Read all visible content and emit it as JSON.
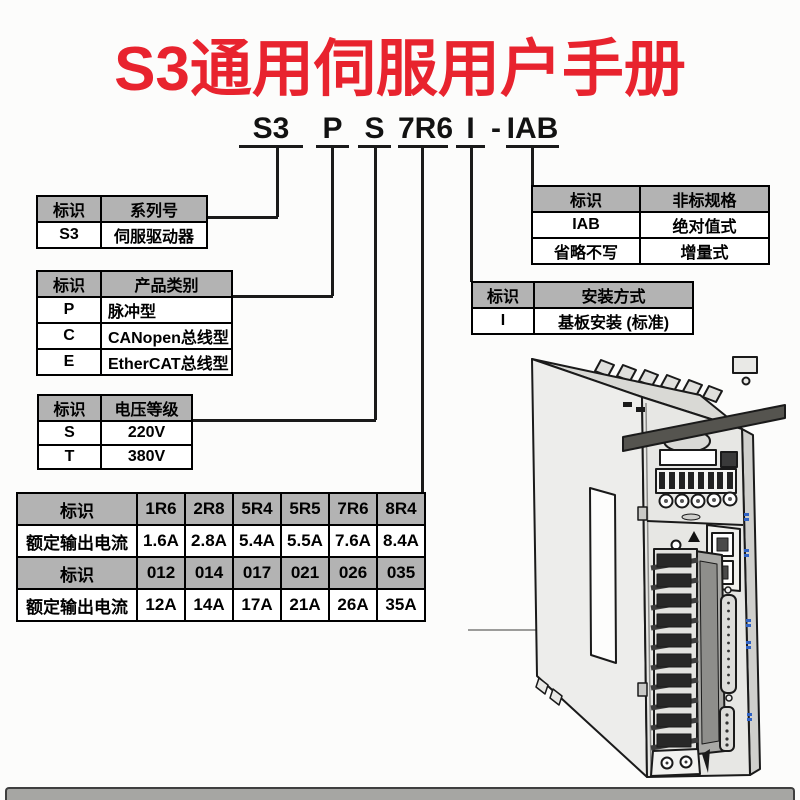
{
  "title": "S3通用伺服用户手册",
  "model_code": {
    "parts": [
      "S3",
      "P",
      "S",
      "7R6",
      "I",
      "-",
      "IAB"
    ]
  },
  "tables": {
    "series": {
      "headers": [
        "标识",
        "系列号"
      ],
      "rows": [
        [
          "S3",
          "伺服驱动器"
        ]
      ]
    },
    "product": {
      "headers": [
        "标识",
        "产品类别"
      ],
      "rows": [
        [
          "P",
          "脉冲型"
        ],
        [
          "C",
          "CANopen总线型"
        ],
        [
          "E",
          "EtherCAT总线型"
        ]
      ]
    },
    "voltage": {
      "headers": [
        "标识",
        "电压等级"
      ],
      "rows": [
        [
          "S",
          "220V"
        ],
        [
          "T",
          "380V"
        ]
      ]
    },
    "current": {
      "rows": [
        [
          "标识",
          "1R6",
          "2R8",
          "5R4",
          "5R5",
          "7R6",
          "8R4"
        ],
        [
          "额定输出电流",
          "1.6A",
          "2.8A",
          "5.4A",
          "5.5A",
          "7.6A",
          "8.4A"
        ],
        [
          "标识",
          "012",
          "014",
          "017",
          "021",
          "026",
          "035"
        ],
        [
          "额定输出电流",
          "12A",
          "14A",
          "17A",
          "21A",
          "26A",
          "35A"
        ]
      ]
    },
    "nonstandard": {
      "headers": [
        "标识",
        "非标规格"
      ],
      "rows": [
        [
          "IAB",
          "绝对值式"
        ],
        [
          "省略不写",
          "增量式"
        ]
      ]
    },
    "mounting": {
      "headers": [
        "标识",
        "安装方式"
      ],
      "rows": [
        [
          "I",
          "基板安装 (标准)"
        ]
      ]
    }
  },
  "colors": {
    "accent_red": "#e8232e",
    "header_gray": "#b3b3b3",
    "line_black": "#1a1a1a"
  }
}
